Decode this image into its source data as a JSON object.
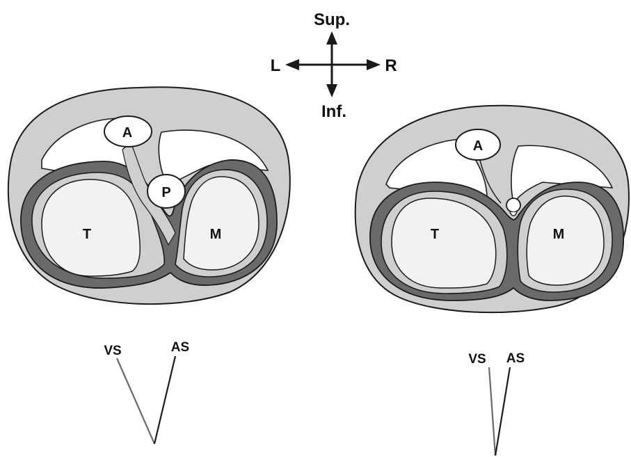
{
  "compass": {
    "superior": "Sup.",
    "inferior": "Inf.",
    "left": "L",
    "right": "R"
  },
  "panels": [
    {
      "aorta": "A",
      "pulmonary": "P",
      "tricuspid": "T",
      "mitral": "M",
      "ventricular_septum": "VS",
      "atrial_septum": "AS"
    },
    {
      "aorta": "A",
      "tricuspid": "T",
      "mitral": "M",
      "ventricular_septum": "VS",
      "atrial_septum": "AS"
    }
  ],
  "colors": {
    "outline": "#1a1a1a",
    "outer_tissue": "#cfcfcf",
    "dark_band": "#6a6a6a",
    "chamber_fill": "#f2f2f2",
    "background": "#ffffff"
  }
}
